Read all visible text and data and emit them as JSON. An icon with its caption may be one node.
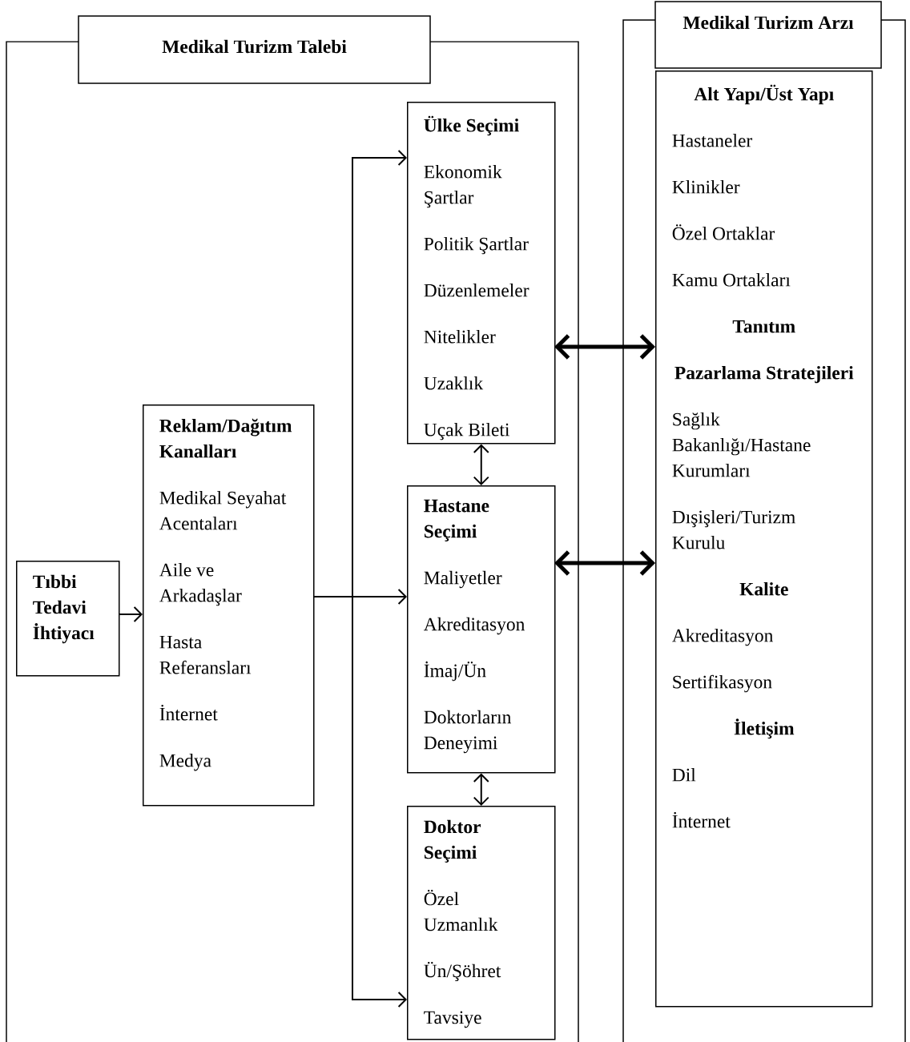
{
  "diagram": {
    "nodes": [
      {
        "text": [
          "Medikal Turizm Talebi"
        ]
      },
      {
        "text": [
          "Tıbbi Tedavi İhtiyacı"
        ],
        "in": 0
      },
      {
        "text": [
          "Reklam/Dağıtım Kanalları",
          "Medikal Seyahat Acentaları",
          "Aile ve Arkadaşlar",
          "Hasta Referansları",
          "İnternet",
          "Medya"
        ],
        "in": 0
      },
      {
        "text": [
          "Ülke Seçimi",
          "Ekonomik Şartlar",
          "Politik Şartlar",
          "Düzenlemeler",
          "Nitelikler",
          "Uzaklık",
          "Uçak Bileti"
        ],
        "in": 0
      },
      {
        "text": [
          "Hastane Seçimi",
          "Maliyetler",
          "Akreditasyon",
          "İmaj/Ün",
          "Doktorların Deneyimi"
        ],
        "in": 0
      },
      {
        "text": [
          "Doktor Seçimi",
          "Özel Uzmanlık",
          "Ün/Şöhret",
          "Tavsiye"
        ],
        "in": 0
      },
      {
        "text": [
          "Medikal Turizm Arzı"
        ]
      },
      {
        "text": [
          "Alt Yapı/Üst Yapı",
          "Hastaneler",
          "Klinikler",
          "Özel Ortaklar",
          "Kamu Ortakları",
          "Tanıtım",
          "Pazarlama Stratejileri",
          "Sağlık Bakanlığı/Hastane Kurumları",
          "Dışişleri/Turizm Kurulu",
          "Kalite",
          "Akreditasyon",
          "Sertifikasyon",
          "İletişim",
          "Dil",
          "İnternet"
        ],
        "in": 6
      }
    ],
    "edges": [
      {
        "from": 1,
        "to": 2,
        "arrow": "to"
      },
      {
        "from": 2,
        "to": 3,
        "arrow": "to"
      },
      {
        "from": 2,
        "to": 4,
        "arrow": "to"
      },
      {
        "from": 2,
        "to": 5,
        "arrow": "to"
      },
      {
        "from": 3,
        "to": 4,
        "arrow": "both"
      },
      {
        "from": 4,
        "to": 5,
        "arrow": "both"
      },
      {
        "from": 3,
        "to": 7,
        "arrow": "both",
        "style": "thick"
      },
      {
        "from": 4,
        "to": 7,
        "arrow": "both",
        "style": "thick"
      }
    ]
  }
}
